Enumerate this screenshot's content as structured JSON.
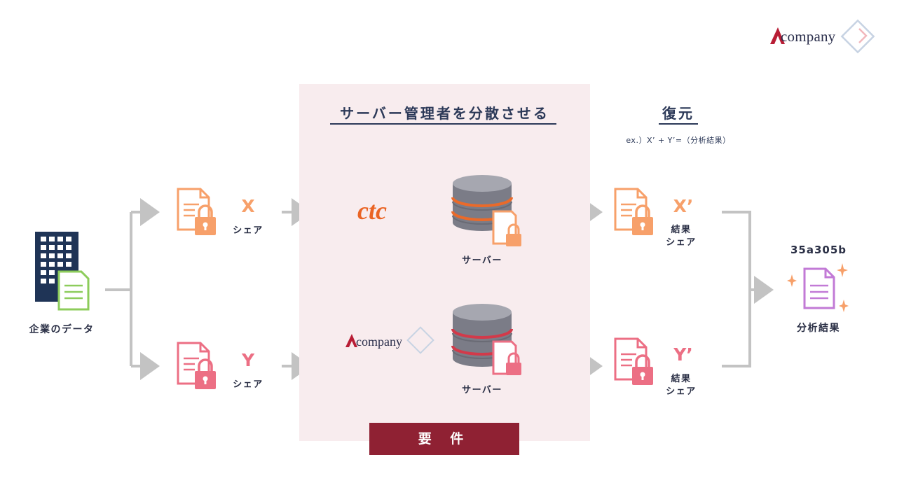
{
  "header": {
    "brand_logo": {
      "wordmark": "company",
      "icon": "acompany-logo"
    }
  },
  "panel": {
    "title": "サーバー管理者を分散させる",
    "requirement_label": "要 件",
    "servers": [
      {
        "vendor_logo": "ctc",
        "label": "サーバー",
        "accent_color": "#ea6a2a"
      },
      {
        "vendor_logo": "company",
        "label": "サーバー",
        "accent_color": "#d23a4a"
      }
    ]
  },
  "source": {
    "label": "企業のデータ",
    "icon": "building-with-document-icon"
  },
  "shares": [
    {
      "letter": "X",
      "label": "シェア",
      "color": "#f7a06a"
    },
    {
      "letter": "Y",
      "label": "シェア",
      "color": "#ec6f84"
    }
  ],
  "results_shares": [
    {
      "letter": "X’",
      "label_line1": "結果",
      "label_line2": "シェア",
      "color": "#f7a06a"
    },
    {
      "letter": "Y’",
      "label_line1": "結果",
      "label_line2": "シェア",
      "color": "#ec6f84"
    }
  ],
  "restore": {
    "title": "復元",
    "example": "ex.）X’ + Y’=（分析結果）"
  },
  "output": {
    "id": "35a305b",
    "label": "分析結果",
    "icon": "sparkle-document-icon",
    "color": "#c27ad6"
  },
  "colors": {
    "navy": "#2c3958",
    "arrow": "#c3c3c3",
    "panel_bg": "#f8ecee",
    "requirement_bg": "#8f2133",
    "source_doc": "#8dcc5b"
  }
}
